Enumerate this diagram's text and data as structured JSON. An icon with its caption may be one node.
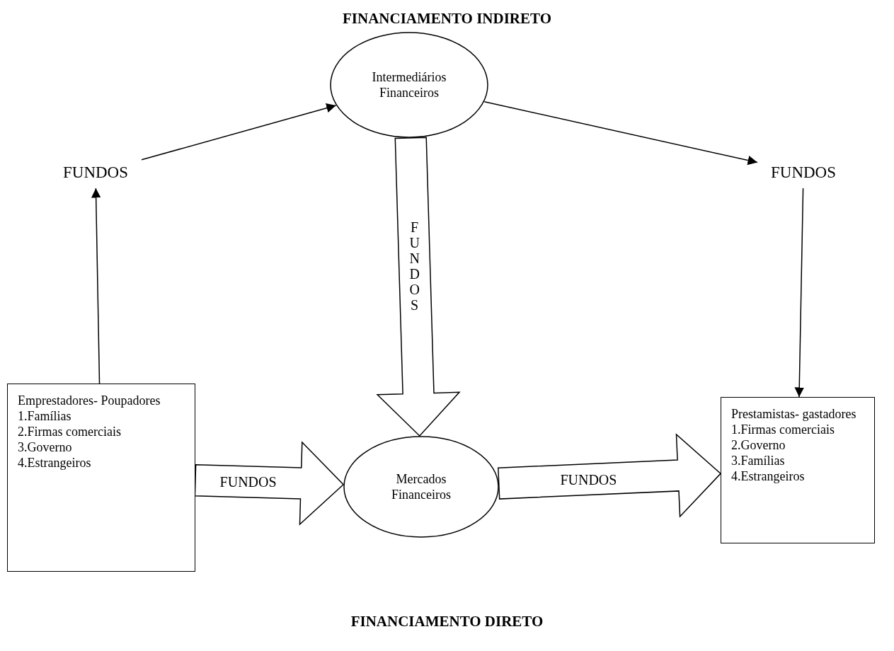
{
  "diagram": {
    "title": "FINANCIAMENTO INDIRETO",
    "caption": "FINANCIAMENTO DIRETO",
    "nodes": [
      {
        "text": [
          "FUNDOS"
        ]
      },
      {
        "text": [
          "Intermediários Financeiros"
        ]
      },
      {
        "text": [
          "FUNDOS"
        ]
      },
      {
        "text": [
          "Emprestadores- Poupadores",
          "1.Famílias",
          "2.Firmas comerciais",
          "3.Governo",
          "4.Estrangeiros"
        ]
      },
      {
        "text": [
          "Mercados Financeiros"
        ]
      },
      {
        "text": [
          "Prestamistas- gastadores",
          "1.Firmas comerciais",
          "2.Governo",
          "3.Famílias",
          "4.Estrangeiros"
        ]
      }
    ],
    "edges": [
      {
        "from": 3,
        "to": 0,
        "arrow": "to"
      },
      {
        "from": 0,
        "to": 1,
        "arrow": "to"
      },
      {
        "from": 1,
        "to": 2,
        "arrow": "to"
      },
      {
        "from": 2,
        "to": 5,
        "arrow": "to"
      },
      {
        "from": 1,
        "to": 4,
        "arrow": "to",
        "label": "FUNDOS",
        "style": "thick"
      },
      {
        "from": 3,
        "to": 4,
        "arrow": "to",
        "label": "FUNDOS",
        "style": "thick"
      },
      {
        "from": 4,
        "to": 5,
        "arrow": "to",
        "label": "FUNDOS",
        "style": "thick"
      }
    ]
  }
}
